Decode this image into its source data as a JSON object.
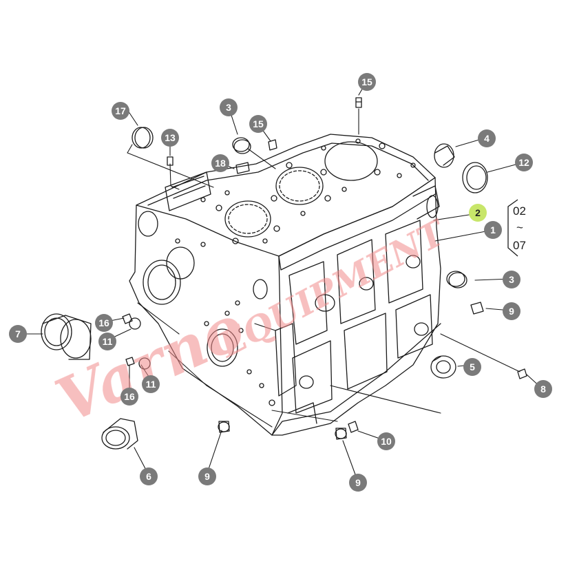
{
  "colors": {
    "callout_fill": "#7a7a7a",
    "callout_text": "#ffffff",
    "highlight_fill": "#c8e66a",
    "highlight_text": "#222222",
    "line": "#1a1a1a",
    "watermark": "#f08a8a"
  },
  "callouts": [
    "15",
    "3",
    "15",
    "17",
    "13",
    "18",
    "4",
    "12",
    "2",
    "1",
    "3",
    "9",
    "16",
    "11",
    "7",
    "11",
    "16",
    "5",
    "8",
    "10",
    "9",
    "6",
    "9"
  ],
  "highlighted_callout": "2",
  "range_label": {
    "from": "02",
    "sep": "~",
    "to": "07"
  },
  "watermark": {
    "script": "Varno",
    "word": "EQUIPMENT"
  }
}
